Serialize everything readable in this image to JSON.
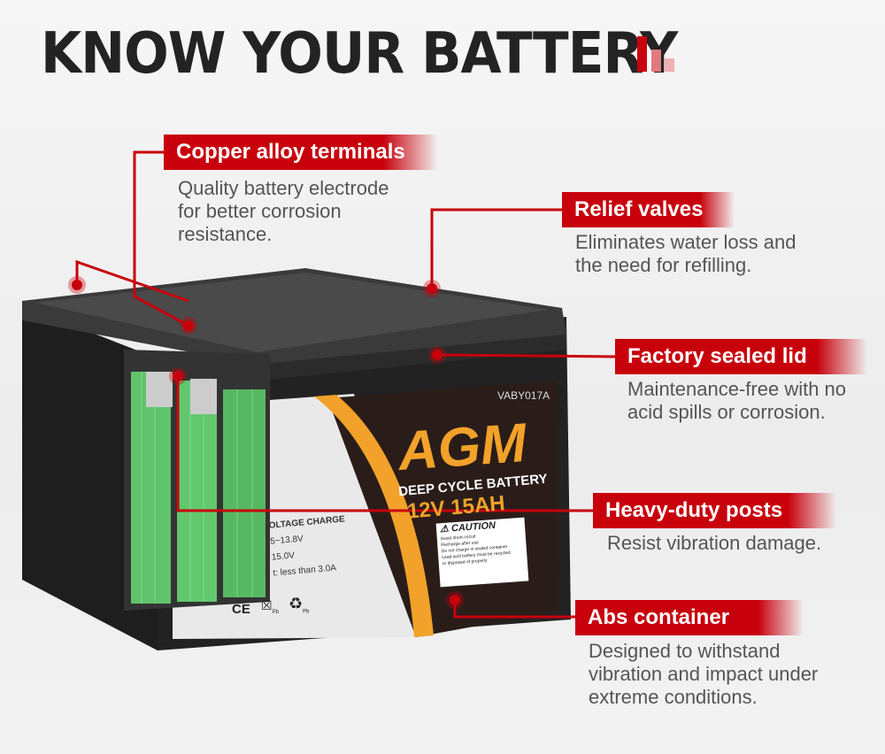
{
  "title": "KNOW YOUR BATTERY",
  "colors": {
    "accent": "#c8000c",
    "label_orange": "#f2a22a",
    "label_dark": "#2a1d19",
    "cell_green": "#5fc46b"
  },
  "callouts": [
    {
      "label": "Copper alloy terminals",
      "desc": [
        "Quality battery electrode",
        "for better corrosion",
        "resistance."
      ]
    },
    {
      "label": "Relief valves",
      "desc": [
        "Eliminates water loss and",
        "the need for refilling."
      ]
    },
    {
      "label": "Factory sealed lid",
      "desc": [
        "Maintenance-free with no",
        "acid spills or corrosion."
      ]
    },
    {
      "label": "Heavy-duty posts",
      "desc": [
        "Resist vibration damage."
      ]
    },
    {
      "label": "Abs container",
      "desc": [
        "Designed to withstand",
        "vibration and impact under",
        "extreme conditions."
      ]
    }
  ],
  "battery": {
    "model": "VABY017A",
    "type": "AGM",
    "subtitle": "DEEP CYCLE BATTERY",
    "rating": "12V 15AH",
    "charge_heading": "OLTAGE CHARGE",
    "charge_lines": [
      "5~13.8V",
      "15.0V",
      "t: less than 3.0A"
    ],
    "caution_title": "CAUTION",
    "caution_items": [
      "Avoid short-circuit",
      "Recharge after use",
      "Do not charge in sealed container",
      "Lead acid battery must be recycled",
      "or disposed of properly"
    ],
    "marks": [
      "CE",
      "Pb",
      "Pb"
    ]
  }
}
